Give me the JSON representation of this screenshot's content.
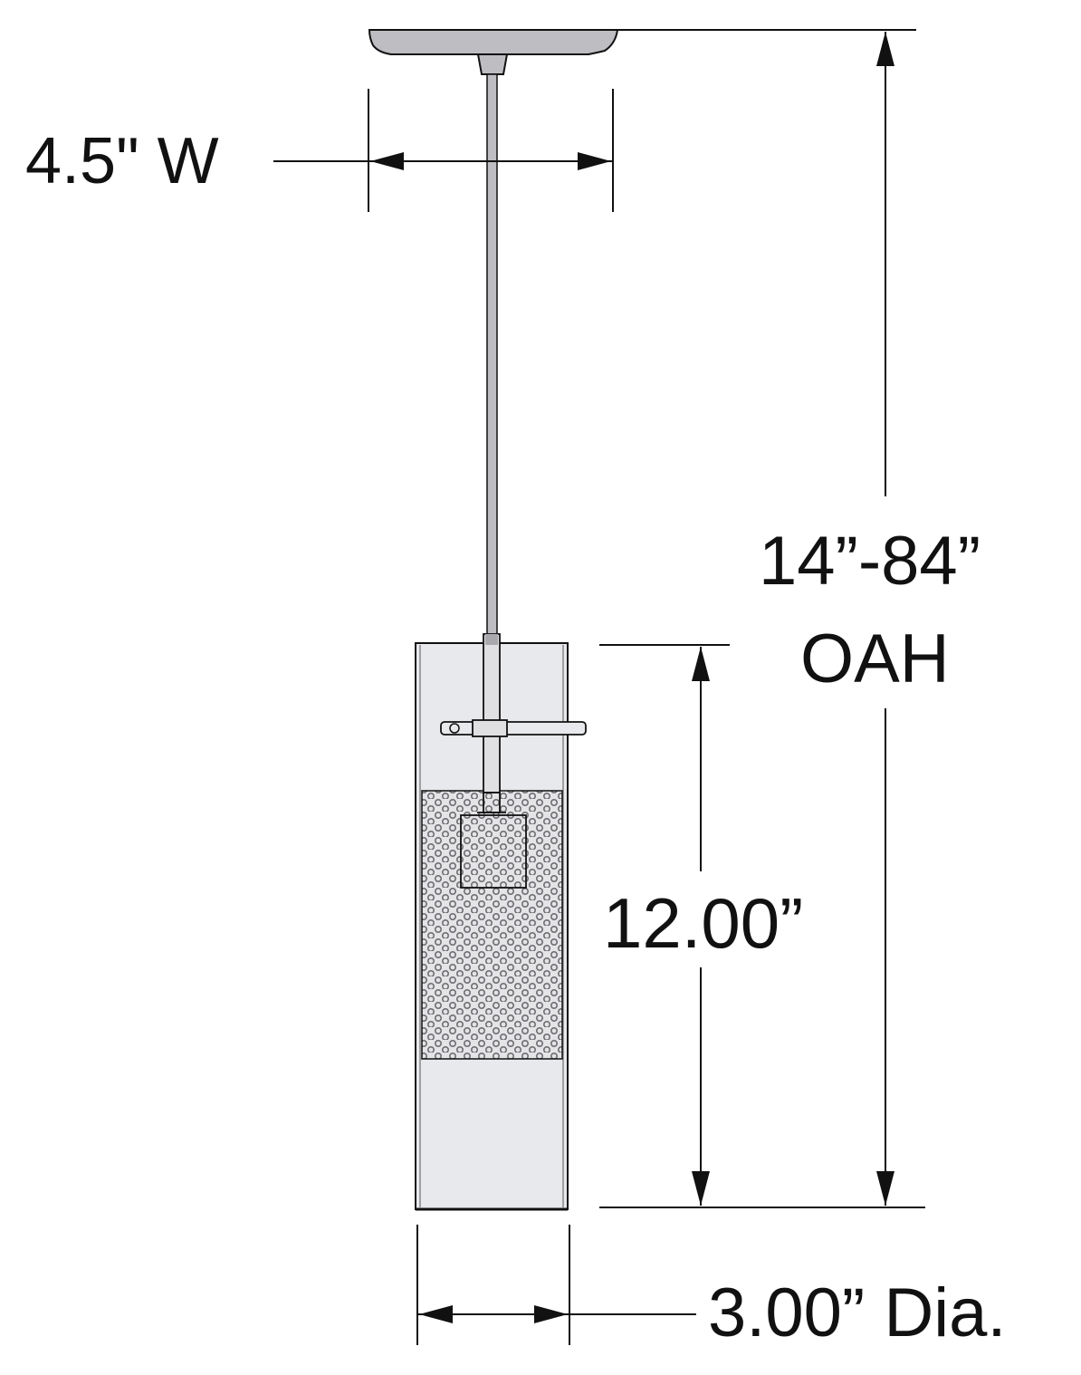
{
  "diagram": {
    "type": "pendant-light-dimension-drawing",
    "labels": {
      "canopy_width": "4.5\" W",
      "overall_height_line1": "14”-84”",
      "overall_height_line2": "OAH",
      "shade_height": "12.00”",
      "shade_diameter": "3.00” Dia."
    },
    "parts": {
      "canopy": "ceiling-canopy",
      "stem": "suspension-rod",
      "shade": "cylindrical-glass-shade",
      "mesh": "perforated-mesh-band",
      "socket": "lamp-socket",
      "crossbar": "shade-crossbar"
    },
    "colors": {
      "line": "#111111",
      "canopy_fill": "#bdbdc2",
      "glass_fill": "#e8e9ec",
      "mesh_fill": "#d9d9dc",
      "mesh_dot": "#6e6e72"
    }
  }
}
